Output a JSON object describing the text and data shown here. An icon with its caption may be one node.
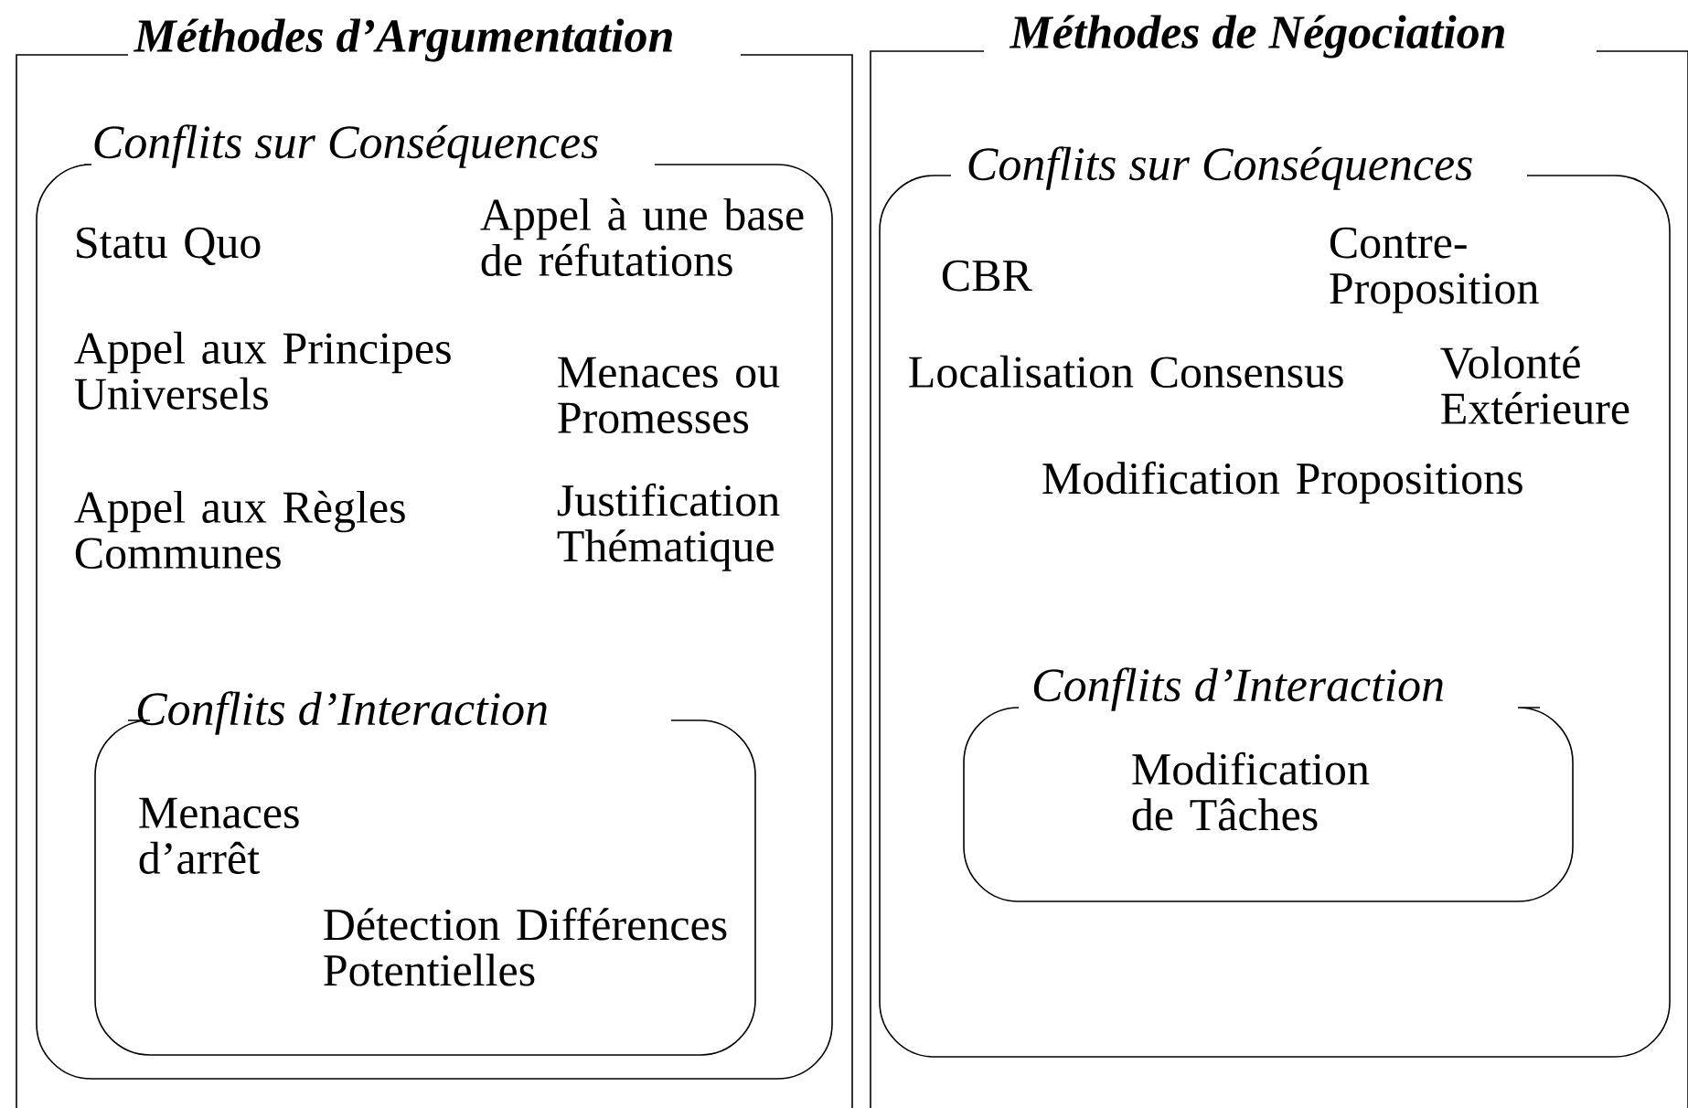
{
  "diagram": {
    "nodes": [
      {
        "text": [
          "Méthodes d’Argumentation"
        ]
      },
      {
        "text": [
          "Conflits sur Conséquences",
          "Statu Quo",
          "Appel à une base de réfutations",
          "Appel aux Principes Universels",
          "Menaces ou Promesses",
          "Appel aux Règles Communes",
          "Justification Thématique"
        ],
        "in": 0
      },
      {
        "text": [
          "Conflits d’Interaction",
          "Menaces d’arrêt",
          "Détection Différences Potentielles"
        ],
        "in": 1
      },
      {
        "text": [
          "Méthodes de Négociation"
        ]
      },
      {
        "text": [
          "Conflits sur Conséquences",
          "CBR",
          "Contre-Proposition",
          "Localisation Consensus",
          "Volonté Extérieure",
          "Modification Propositions"
        ],
        "in": 3
      },
      {
        "text": [
          "Conflits d’Interaction",
          "Modification de Tâches"
        ],
        "in": 4
      }
    ]
  }
}
